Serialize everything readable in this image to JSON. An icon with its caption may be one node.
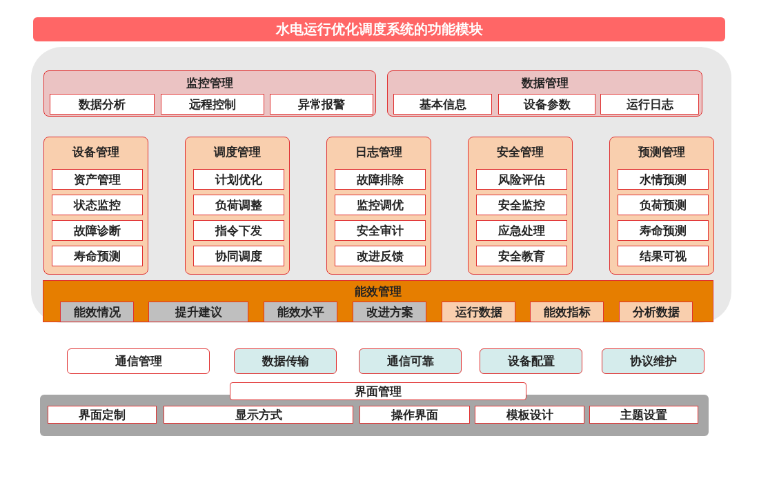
{
  "diagram": {
    "title": "水电运行优化调度系统的功能模块",
    "nodes": [
      {
        "text": [
          "监控管理"
        ]
      },
      {
        "text": [
          "数据分析"
        ],
        "in": 0
      },
      {
        "text": [
          "远程控制"
        ],
        "in": 0
      },
      {
        "text": [
          "异常报警"
        ],
        "in": 0
      },
      {
        "text": [
          "数据管理"
        ]
      },
      {
        "text": [
          "基本信息"
        ],
        "in": 4
      },
      {
        "text": [
          "设备参数"
        ],
        "in": 4
      },
      {
        "text": [
          "运行日志"
        ],
        "in": 4
      },
      {
        "text": [
          "设备管理"
        ]
      },
      {
        "text": [
          "资产管理"
        ],
        "in": 8
      },
      {
        "text": [
          "状态监控"
        ],
        "in": 8
      },
      {
        "text": [
          "故障诊断"
        ],
        "in": 8
      },
      {
        "text": [
          "寿命预测"
        ],
        "in": 8
      },
      {
        "text": [
          "调度管理"
        ]
      },
      {
        "text": [
          "计划优化"
        ],
        "in": 13
      },
      {
        "text": [
          "负荷调整"
        ],
        "in": 13
      },
      {
        "text": [
          "指令下发"
        ],
        "in": 13
      },
      {
        "text": [
          "协同调度"
        ],
        "in": 13
      },
      {
        "text": [
          "日志管理"
        ]
      },
      {
        "text": [
          "故障排除"
        ],
        "in": 18
      },
      {
        "text": [
          "监控调优"
        ],
        "in": 18
      },
      {
        "text": [
          "安全审计"
        ],
        "in": 18
      },
      {
        "text": [
          "改进反馈"
        ],
        "in": 18
      },
      {
        "text": [
          "安全管理"
        ]
      },
      {
        "text": [
          "风险评估"
        ],
        "in": 23
      },
      {
        "text": [
          "安全监控"
        ],
        "in": 23
      },
      {
        "text": [
          "应急处理"
        ],
        "in": 23
      },
      {
        "text": [
          "安全教育"
        ],
        "in": 23
      },
      {
        "text": [
          "预测管理"
        ]
      },
      {
        "text": [
          "水情预测"
        ],
        "in": 28
      },
      {
        "text": [
          "负荷预测"
        ],
        "in": 28
      },
      {
        "text": [
          "寿命预测"
        ],
        "in": 28
      },
      {
        "text": [
          "结果可视"
        ],
        "in": 28
      },
      {
        "text": [
          "能效管理"
        ]
      },
      {
        "text": [
          "能效情况"
        ],
        "in": 33
      },
      {
        "text": [
          "提升建议"
        ],
        "in": 33
      },
      {
        "text": [
          "能效水平"
        ],
        "in": 33
      },
      {
        "text": [
          "改进方案"
        ],
        "in": 33
      },
      {
        "text": [
          "运行数据"
        ],
        "in": 33
      },
      {
        "text": [
          "能效指标"
        ],
        "in": 33
      },
      {
        "text": [
          "分析数据"
        ],
        "in": 33
      },
      {
        "text": [
          "通信管理"
        ]
      },
      {
        "text": [
          "数据传输"
        ]
      },
      {
        "text": [
          "通信可靠"
        ]
      },
      {
        "text": [
          "设备配置"
        ]
      },
      {
        "text": [
          "协议维护"
        ]
      },
      {
        "text": [
          "界面管理"
        ]
      },
      {
        "text": [
          "界面定制"
        ],
        "in": 46
      },
      {
        "text": [
          "显示方式"
        ],
        "in": 46
      },
      {
        "text": [
          "操作界面"
        ],
        "in": 46
      },
      {
        "text": [
          "模板设计"
        ],
        "in": 46
      },
      {
        "text": [
          "主题设置"
        ],
        "in": 46
      }
    ]
  }
}
